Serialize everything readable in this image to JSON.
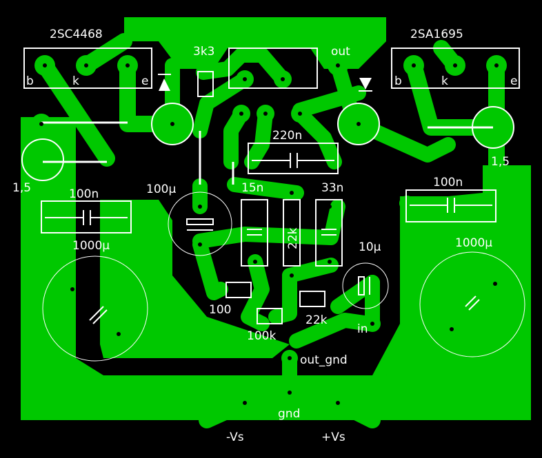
{
  "colors": {
    "copper": "#00c800",
    "silkscreen": "#ffffff",
    "background": "#000000"
  },
  "components": {
    "q1": {
      "name": "2SC4468",
      "pins": [
        "b",
        "k",
        "e"
      ]
    },
    "q2": {
      "name": "2SA1695",
      "pins": [
        "b",
        "k",
        "e"
      ]
    },
    "r_3k3": "3k3",
    "out": "out",
    "c_220n": "220n",
    "r_left_1_5": "1,5",
    "r_right_1_5": "1,5",
    "c_100n_left": "100n",
    "c_100n_right": "100n",
    "c_100u": "100µ",
    "c_15n": "15n",
    "c_33n": "33n",
    "r_22k_vertical": "22k",
    "c_1000u_left": "1000µ",
    "c_1000u_right": "1000µ",
    "c_10u": "10µ",
    "r_100": "100",
    "r_22k": "22k",
    "r_100k": "100k",
    "in": "in",
    "out_gnd": "out_gnd",
    "gnd": "gnd",
    "neg_vs": "-Vs",
    "pos_vs": "+Vs"
  }
}
